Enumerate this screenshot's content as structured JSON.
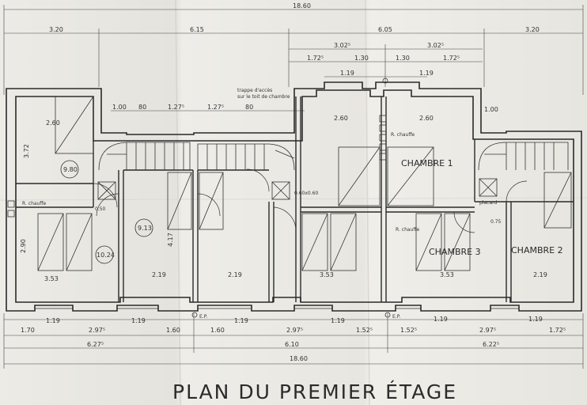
{
  "plan": {
    "title": "PLAN DU PREMIER ÉTAGE",
    "rooms": {
      "chambre1": "CHAMBRE 1",
      "chambre2": "CHAMBRE 2",
      "chambre3": "CHAMBRE 3"
    },
    "areas": {
      "a1": "9.80",
      "a2": "9.13",
      "a3": "10.24"
    },
    "notes": {
      "chauffe1": "R. chauffe",
      "chauffe2": "R. chauffe",
      "chauffe3": "R. chauffe",
      "trappe_acces": "trappe d'accès",
      "trappe_sub": "sur le toit de chambre",
      "trappe_size": "0.60x0.60",
      "placard": "placard",
      "ep1": "E.P.",
      "ep2": "E.P."
    },
    "dims_top": {
      "total": "18.60",
      "left": "3.20",
      "left_mid": "6.15",
      "right_mid": "6.05",
      "right": "3.20",
      "d302a": "3.02⁵",
      "d302b": "3.02⁵",
      "d172a": "1.72⁵",
      "d130a": "1.30",
      "d130b": "1.30",
      "d172b": "1.72⁵",
      "d119a": "1.19",
      "d119b": "1.19",
      "d100a": "1.00",
      "d80": "80",
      "d127a": "1.27⁵",
      "d127b": "1.27⁵",
      "d80b": "80",
      "d100b": "1.00"
    },
    "dims_inner": {
      "w260a": "2.60",
      "w260b": "2.60",
      "w260c": "2.60",
      "w353a": "3.53",
      "w219a": "2.19",
      "w219b": "2.19",
      "w353b": "3.53",
      "w353c": "3.53",
      "w219c": "2.19",
      "h372": "3.72",
      "h417": "4.17",
      "h290": "2.90",
      "r50": "0.50",
      "r75": "0.75"
    },
    "dims_bottom": {
      "b170": "1.70",
      "b119a": "1.19",
      "b119b": "1.19",
      "b119c": "1.19",
      "b119d": "1.19",
      "b119e": "1.19",
      "b119f": "1.19",
      "b297a": "2.97⁵",
      "b297b": "2.97⁵",
      "b297c": "2.97⁵",
      "b160a": "1.60",
      "b160b": "1.60",
      "b152a": "1.52⁵",
      "b152b": "1.52⁵",
      "b172": "1.72⁵",
      "b627": "6.27⁵",
      "b610": "6.10",
      "b622": "6.22⁵",
      "btotal": "18.60"
    }
  }
}
